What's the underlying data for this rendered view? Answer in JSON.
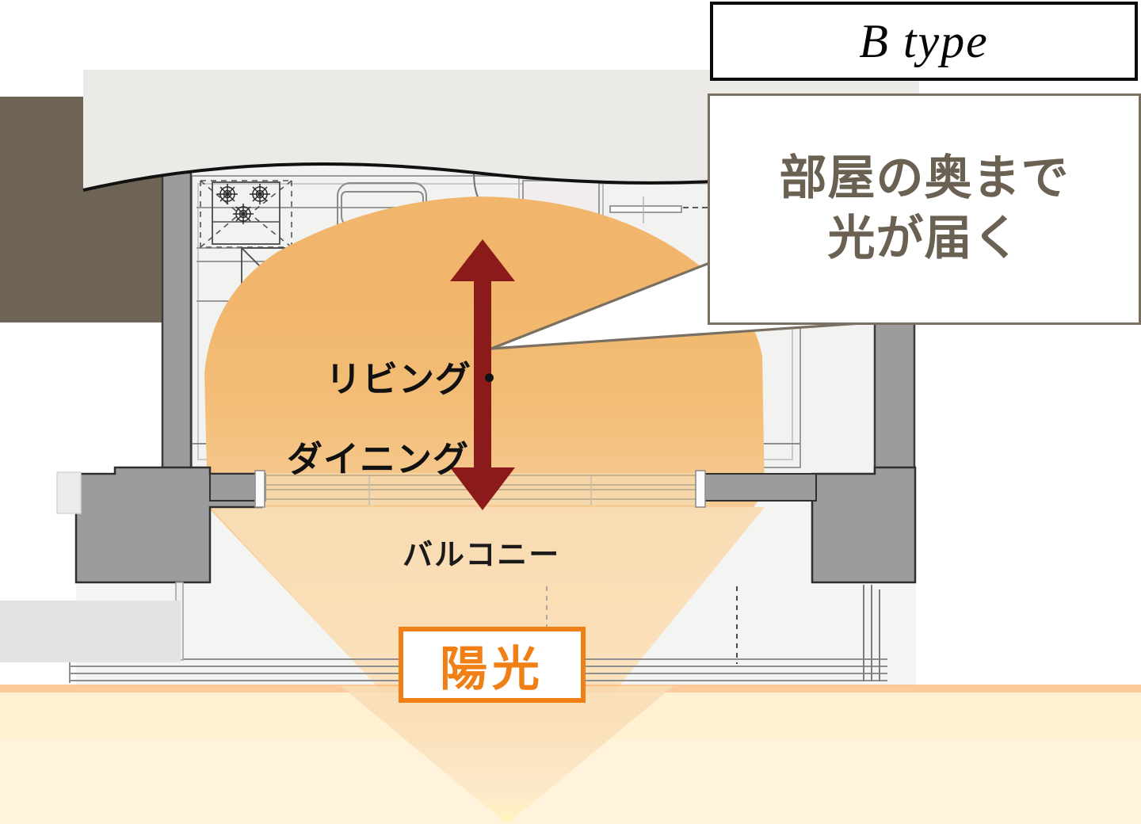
{
  "meta": {
    "domain": "Diagram",
    "subject": "Apartment floor plan with sunlight penetration diagram"
  },
  "title_box": {
    "label": "B type"
  },
  "callout": {
    "line1": "部屋の奥まで",
    "line2": "光が届く",
    "text_color": "#6b6153",
    "border_color": "#7a7062"
  },
  "plan_labels": {
    "living_dining_line1": "リビング・",
    "living_dining_line2": "ダイニング",
    "balcony": "バルコニー"
  },
  "sun_box": {
    "label": "陽光",
    "color": "#F07F16"
  },
  "colors": {
    "light_cone_core": "#F3BD74",
    "light_cone_mid": "#F7D3A2",
    "light_cone_edge": "#FCEBD2",
    "arrow_red": "#8B1A1A",
    "wall_gray": "#9c9c9c",
    "wall_outline": "#3b3b3b",
    "floor_fill": "#f2f2f0",
    "upper_left_block": "#6e6455",
    "panel_gray": "#eceae7",
    "balcony_fill": "#f4f4f3"
  },
  "plan_features": [
    {
      "name": "gas-cooktop",
      "burners": 3
    },
    {
      "name": "bathtub"
    },
    {
      "name": "sink-unit"
    },
    {
      "name": "entry-door-swing"
    },
    {
      "name": "balcony-sliding-door"
    },
    {
      "name": "balcony-railing"
    },
    {
      "name": "drain-dashed-line"
    }
  ],
  "diagram": {
    "arrow_name": "depth-of-light-arrow",
    "arrow_direction": "double-vertical"
  }
}
